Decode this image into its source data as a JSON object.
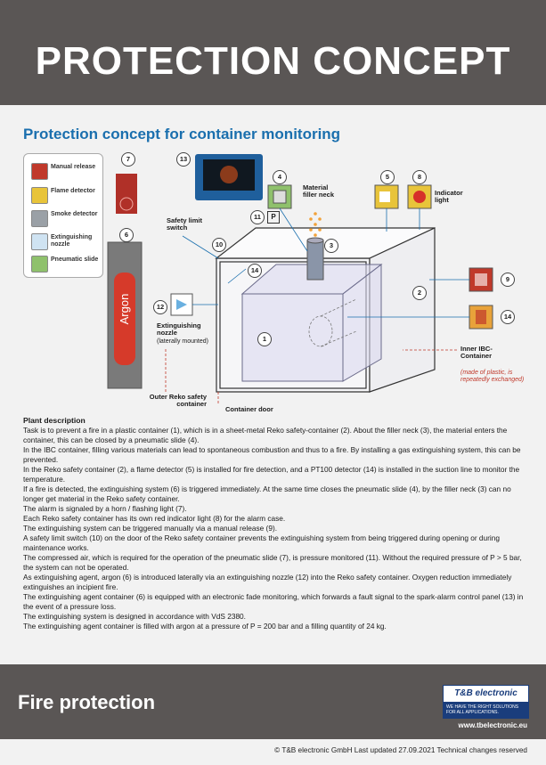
{
  "header": {
    "title": "PROTECTION CONCEPT"
  },
  "subtitle": "Protection concept for container monitoring",
  "legend": [
    {
      "label": "Manual release",
      "icon": "manual-release-icon",
      "color": "#c0392b"
    },
    {
      "label": "Flame detector",
      "icon": "flame-detector-icon",
      "color": "#e8c43a"
    },
    {
      "label": "Smoke detector",
      "icon": "smoke-detector-icon",
      "color": "#9aa0a6"
    },
    {
      "label": "Extinguishing nozzle",
      "icon": "nozzle-icon",
      "color": "#cfe3f2"
    },
    {
      "label": "Pneumatic slide",
      "icon": "pneumatic-slide-icon",
      "color": "#8fc16c"
    }
  ],
  "diagram": {
    "labels": {
      "material_filler_neck": "Material filler neck",
      "indicator_light": "Indicator light",
      "safety_limit_switch": "Safety limit switch",
      "extinguishing_nozzle": "Extinguishing nozzle",
      "laterally_mounted": "(laterally mounted)",
      "outer_container": "Outer Reko safety container",
      "container_door": "Container door",
      "inner_container": "Inner IBC-Container",
      "inner_note": "(made of plastic, is repeatedly exchanged)",
      "argon": "Argon",
      "pressure_p": "P"
    },
    "numbers": [
      "1",
      "2",
      "3",
      "4",
      "5",
      "6",
      "7",
      "8",
      "9",
      "10",
      "11",
      "12",
      "13",
      "14",
      "14"
    ]
  },
  "description": {
    "heading": "Plant description",
    "paragraphs": [
      "Task is to prevent a fire in a plastic container (1), which is in a sheet-metal Reko safety-container (2). About the filler neck (3), the material enters the container, this can be closed by a pneumatic slide (4).",
      "In the IBC container, filling various materials can lead to spontaneous combustion and thus to a fire. By installing a gas extinguishing system, this can be prevented.",
      "In the Reko safety container (2), a flame detector (5) is installed for fire detection, and a PT100 detector (14) is installed in the suction line to monitor the temperature.",
      "If a fire is detected, the extinguishing system (6) is triggered immediately. At the same time closes the pneumatic slide (4), by the filler neck (3) can no longer get material in the Reko safety container.",
      "The alarm is signaled by a horn / flashing light (7).",
      "Each Reko safety container has its own red indicator light (8) for the alarm case.",
      "The extinguishing system can be triggered manually via a manual release (9).",
      "A safety limit switch (10) on the door of the Reko safety container prevents the extinguishing system from being triggered during opening or during maintenance works.",
      "The compressed air, which is required for the operation of the pneumatic slide (7), is pressure monitored (11). Without the required pressure of P > 5 bar, the system can not be operated.",
      "As extinguishing agent, argon (6) is introduced laterally via an extinguishing nozzle (12) into the Reko safety container. Oxygen reduction immediately extinguishes an incipient fire.",
      "The extinguishing agent container (6) is equipped with an electronic fade monitoring, which forwards a fault signal to the spark-alarm control panel (13) in the event of a pressure loss.",
      "The extinguishing system is designed in accordance with VdS 2380.",
      "The extinguishing agent container is filled with argon at a pressure of P = 200 bar and a filling quantity of 24 kg."
    ]
  },
  "footer": {
    "title": "Fire protection",
    "logo_name": "T&B electronic",
    "logo_slogan": "WE HAVE THE RIGHT SOLUTIONS FOR ALL APPLICATIONS.",
    "website": "www.tbelectronic.eu",
    "copyright": "© T&B electronic GmbH   Last updated 27.09.2021   Technical changes reserved"
  },
  "colors": {
    "header_bg": "#5a5655",
    "accent_blue": "#1a6fae",
    "argon_red": "#c0392b"
  }
}
